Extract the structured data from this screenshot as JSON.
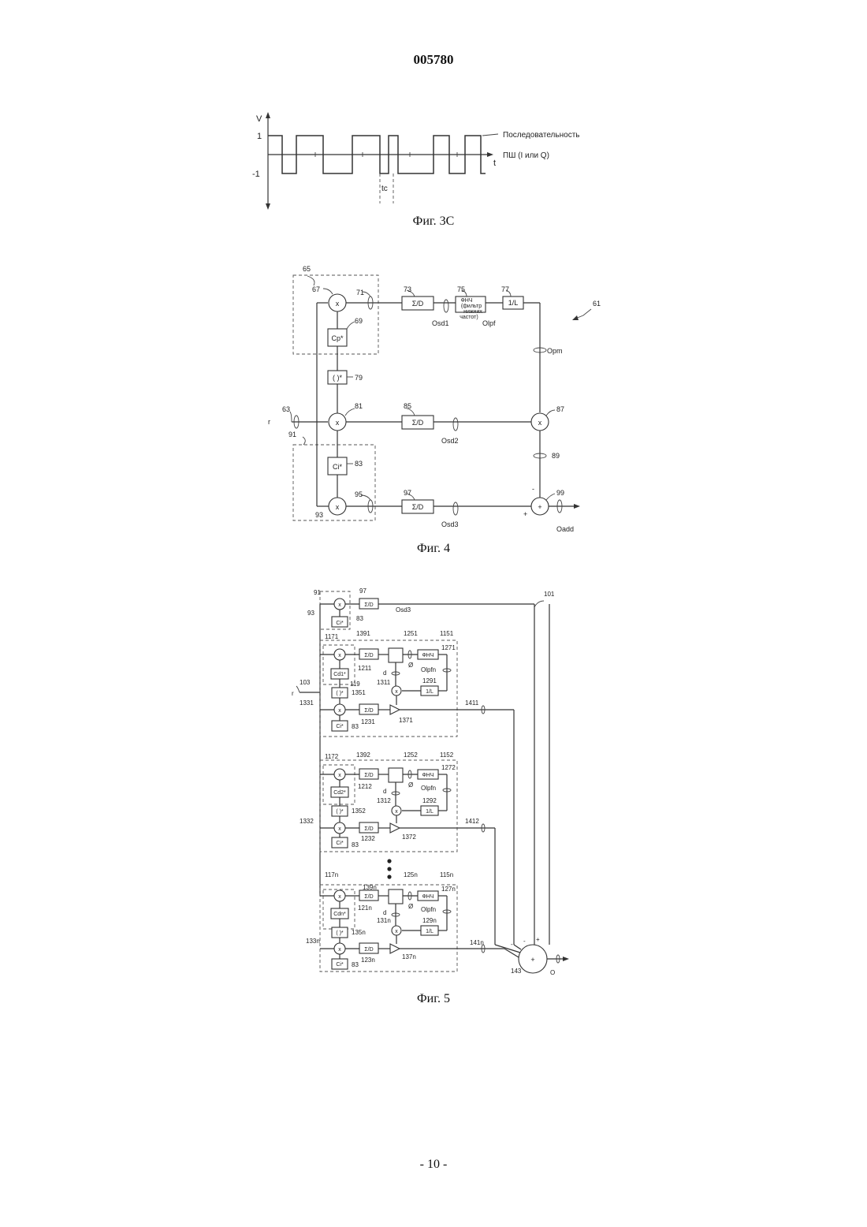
{
  "header": {
    "doc_number": "005780"
  },
  "fig3c": {
    "caption": "Фиг. 3С",
    "axis_v": "V",
    "axis_t": "t",
    "level_high": "1",
    "level_low": "-1",
    "chip_label": "tc",
    "seq_line1": "Последовательность",
    "seq_line2": "ПШ (I или Q)"
  },
  "fig4": {
    "caption": "Фиг. 4",
    "labels": {
      "n65": "65",
      "n67": "67",
      "n71": "71",
      "n73": "73",
      "n75": "75",
      "n77": "77",
      "n61": "61",
      "n69": "69",
      "n79": "79",
      "n63": "63",
      "n81": "81",
      "n85": "85",
      "n87": "87",
      "n91": "91",
      "n83": "83",
      "n89": "89",
      "n95": "95",
      "n97": "97",
      "n99": "99",
      "n93": "93",
      "r": "r",
      "osd1": "Osd1",
      "olpf": "Olpf",
      "opm": "Opm",
      "osd2": "Osd2",
      "osd3": "Osd3",
      "oadd": "Oadd",
      "sum_d": "Σ/D",
      "one_l": "1/L",
      "mult": "x",
      "plus": "+",
      "minus": "-",
      "cp": "Cp*",
      "conj": "( )*",
      "ci": "Ci*",
      "lpf1": "ФНЧ",
      "lpf2": "(фильтр",
      "lpf3": "нижних",
      "lpf4": "частот)"
    }
  },
  "fig5": {
    "caption": "Фиг. 5",
    "labels": {
      "n91": "91",
      "n93": "93",
      "n97": "97",
      "n83": "83",
      "n101": "101",
      "n103": "103",
      "r": "r",
      "osd3": "Osd3",
      "sum_d": "Σ/D",
      "one_l": "1/L",
      "lpf": "ФНЧ",
      "mult": "x",
      "conj": "( )*",
      "ci": "Ci*",
      "d": "d",
      "phi": "Ø",
      "n143": "143",
      "o": "O",
      "plus": "+",
      "minus": "-",
      "n1": {
        "n117": "1171",
        "n139": "1391",
        "n125": "1251",
        "n115": "1151",
        "n127": "1271",
        "n121": "1211",
        "n119": "119",
        "n131": "1311",
        "n129": "1291",
        "n135": "1351",
        "n133": "1331",
        "n123": "1231",
        "n137": "1371",
        "n141": "1411",
        "cd": "Cd1*",
        "olpf": "Olpfn"
      },
      "n2": {
        "n117": "1172",
        "n139": "1392",
        "n125": "1252",
        "n115": "1152",
        "n127": "1272",
        "n121": "1212",
        "n131": "1312",
        "n129": "1292",
        "n135": "1352",
        "n133": "1332",
        "n123": "1232",
        "n137": "1372",
        "n141": "1412",
        "cd": "Cd2*",
        "olpf": "Olpfn"
      },
      "nn": {
        "n117": "117n",
        "n139": "139n",
        "n125": "125n",
        "n115": "115n",
        "n127": "127n",
        "n121": "121n",
        "n131": "131n",
        "n129": "129n",
        "n135": "135n",
        "n133": "133n",
        "n123": "123n",
        "n137": "137n",
        "n141": "141n",
        "cd": "Cdn*",
        "olpf": "Olpfn"
      }
    }
  },
  "footer": {
    "page_number": "- 10 -"
  }
}
